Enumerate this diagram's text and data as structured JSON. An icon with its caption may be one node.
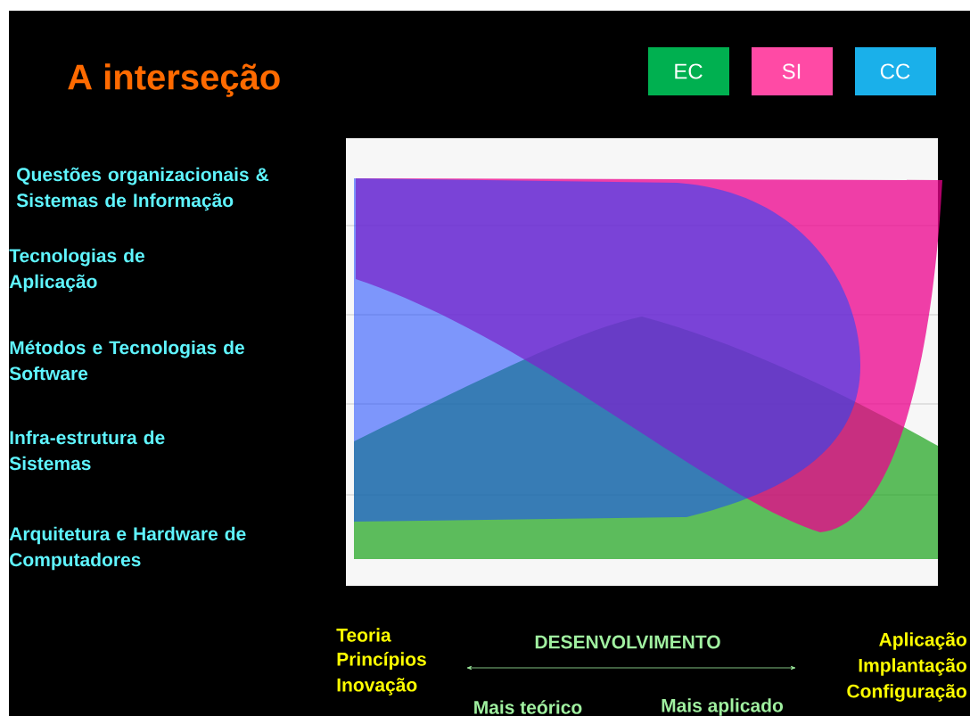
{
  "diagram": {
    "title": "A interseção",
    "labels": [
      "Questões organizacionais & Sistemas de Informação",
      "Tecnologias de Aplicação",
      "Métodos e Tecnologias de Software",
      "Infra-estrutura de Sistemas",
      "Arquitetura e Hardware de Computadores",
      "Teoria",
      "Princípios",
      "Inovação",
      "DESENVOLVIMENTO",
      "Aplicação",
      "Implantação",
      "Configuração",
      "Mais teórico",
      "Mais aplicado"
    ],
    "legend": [
      {
        "text": "EC",
        "color": "#00b050"
      },
      {
        "text": "SI",
        "color": "#ff4aa5"
      },
      {
        "text": "CC",
        "color": "#1ab0ea"
      }
    ]
  }
}
